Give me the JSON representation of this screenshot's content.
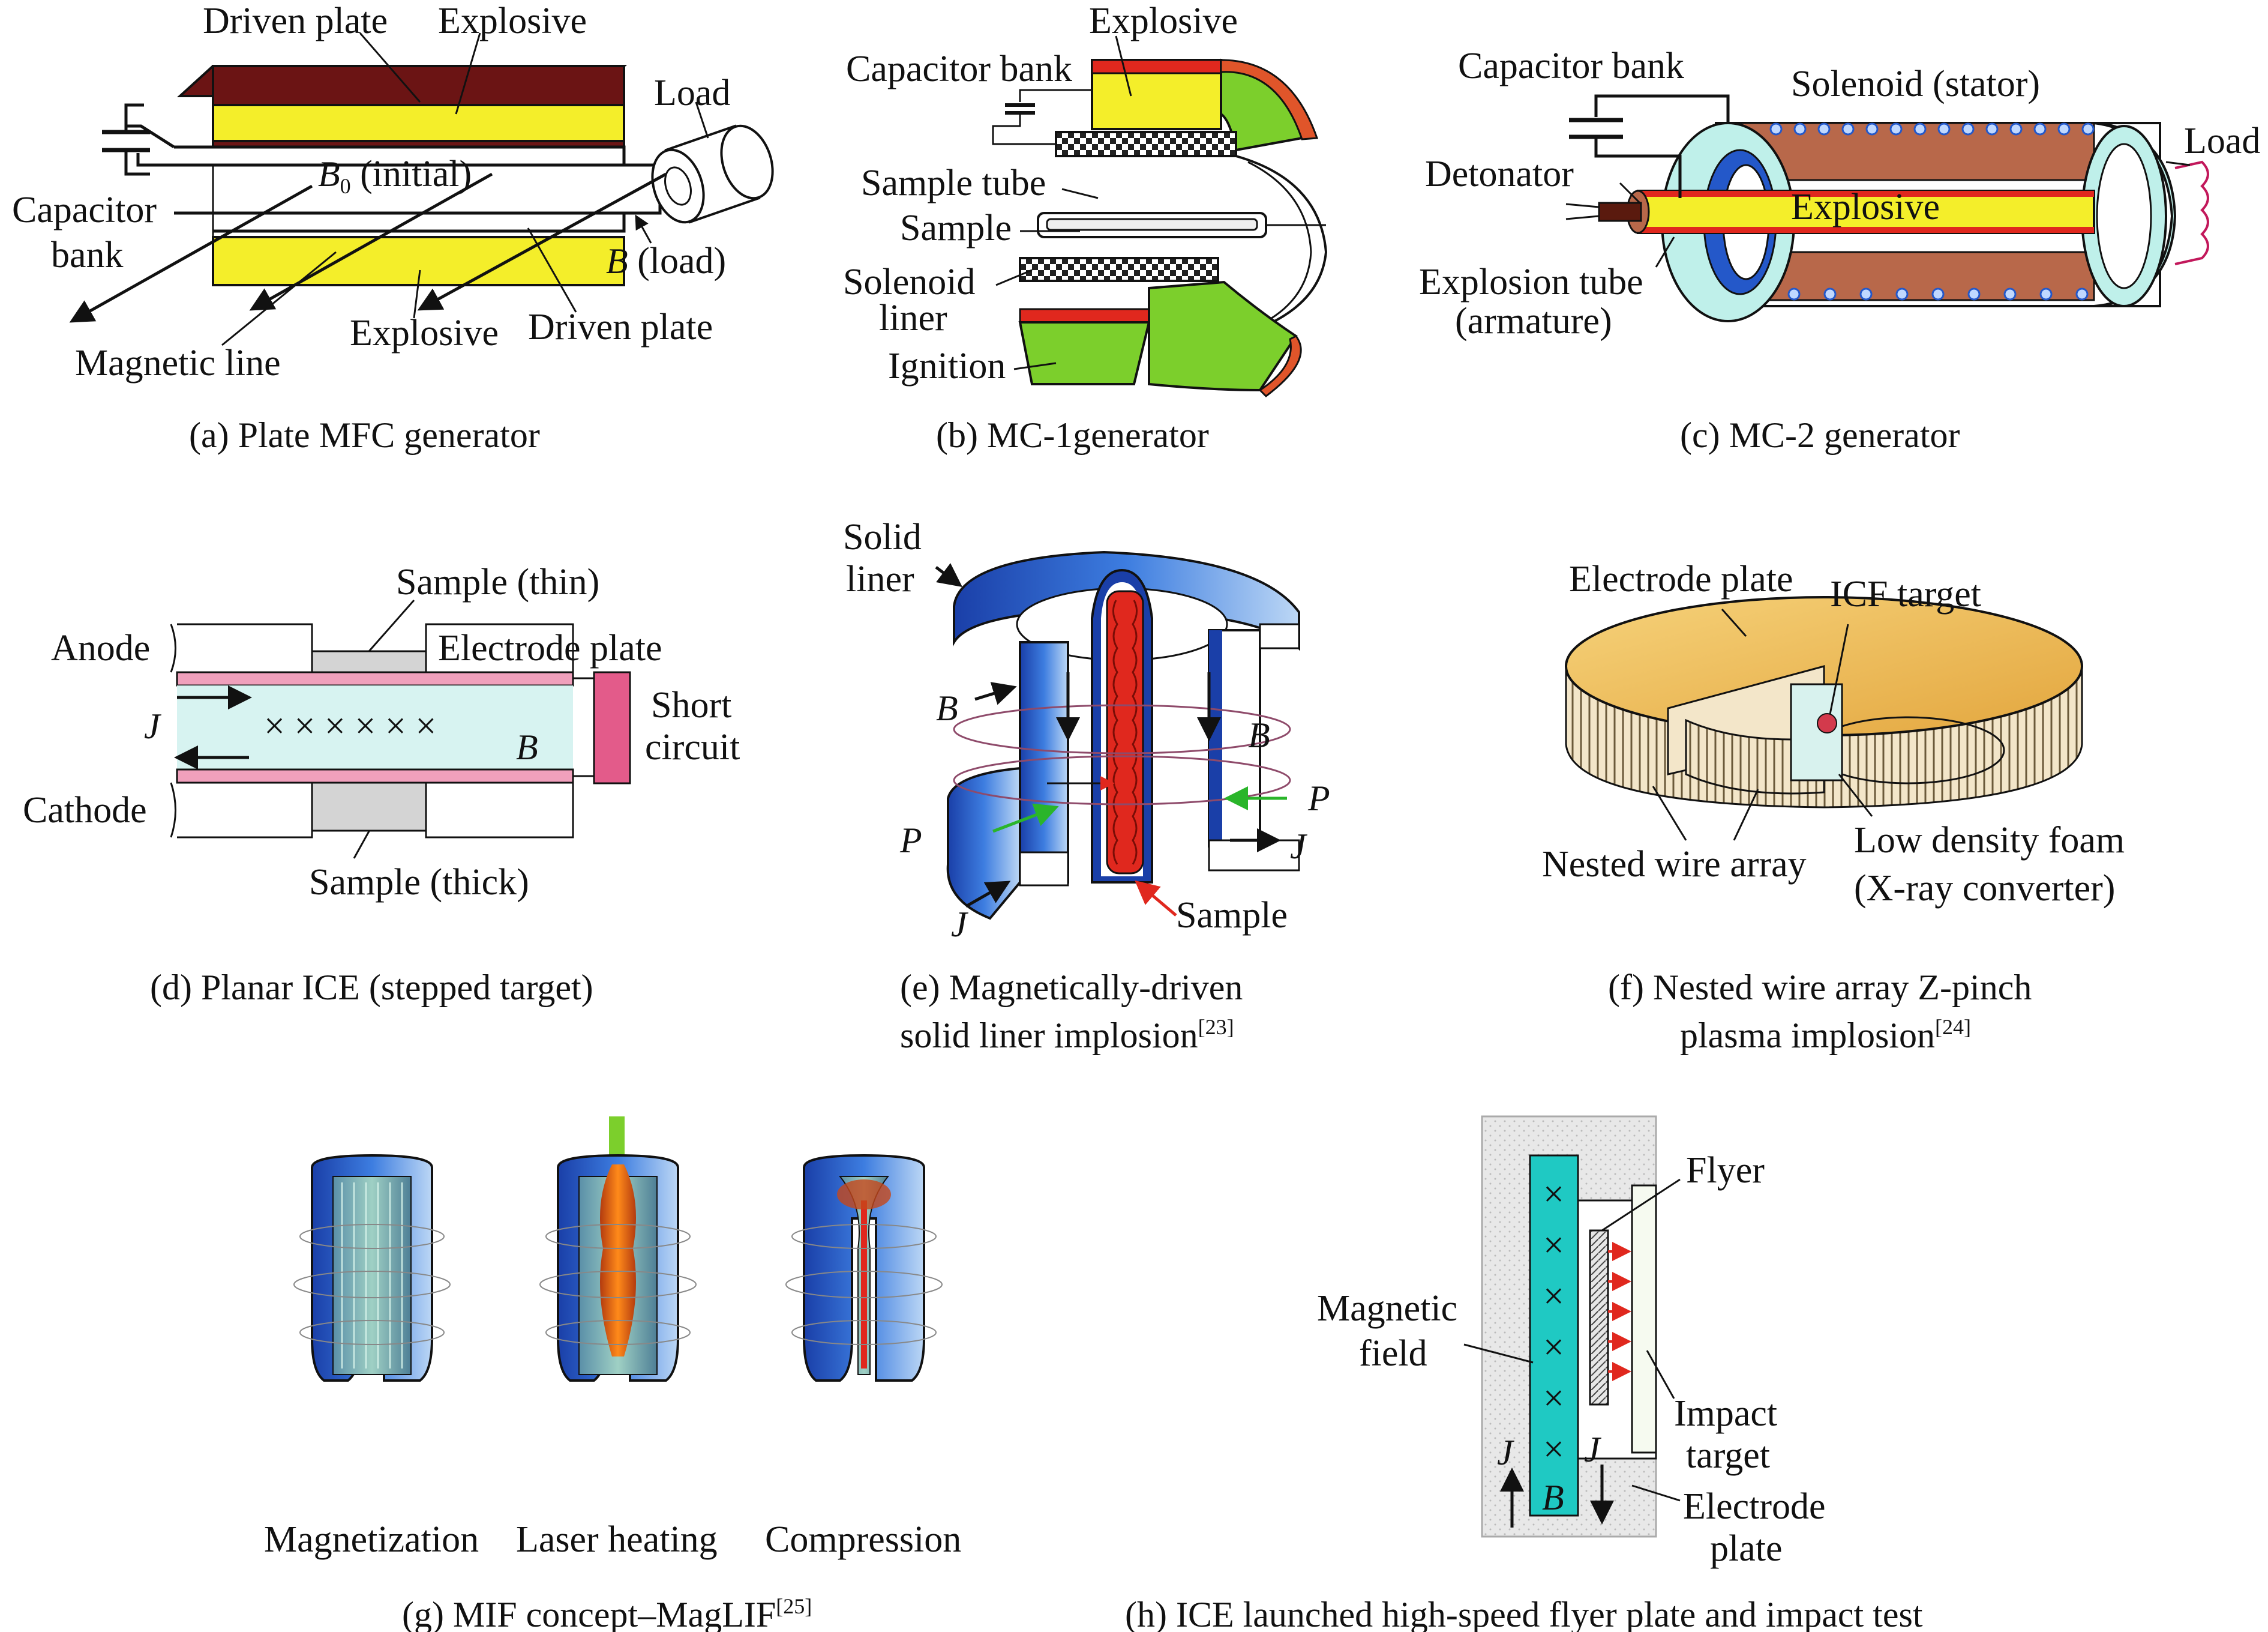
{
  "colors": {
    "explosive_yellow": "#f4ee2a",
    "dark_red": "#6b1414",
    "green": "#7ccf2c",
    "orange_red": "#e0552a",
    "copper": "#b8684a",
    "light_blue": "#bff0ea",
    "pink": "#e35b8a",
    "gold": "#e9b24a",
    "blue": "#2458c9",
    "cyan": "#1fc9c3",
    "red": "#e0281e"
  },
  "panels": {
    "a": {
      "caption": "(a) Plate MFC generator",
      "labels": {
        "driven_plate_top": "Driven plate",
        "explosive_top": "Explosive",
        "load": "Load",
        "capacitor": "Capacitor",
        "bank": "bank",
        "b0": "B",
        "b0_sub": "0",
        "b0_rest": " (initial)",
        "b_load_sym": "B",
        "b_load_rest": " (load)",
        "explosive_bottom": "Explosive",
        "driven_plate_bottom": "Driven plate",
        "magnetic_line": "Magnetic line"
      }
    },
    "b": {
      "caption": "(b) MC-1generator",
      "labels": {
        "explosive": "Explosive",
        "capacitor_bank": "Capacitor bank",
        "sample_tube": "Sample tube",
        "sample": "Sample",
        "solenoid": "Solenoid",
        "liner": "liner",
        "ignition": "Ignition"
      }
    },
    "c": {
      "caption": "(c) MC-2 generator",
      "labels": {
        "capacitor_bank": "Capacitor bank",
        "solenoid_stator": "Solenoid (stator)",
        "detonator": "Detonator",
        "load": "Load",
        "explosive": "Explosive",
        "explosion_tube": "Explosion tube",
        "armature": "(armature)"
      }
    },
    "d": {
      "caption": "(d) Planar ICE (stepped target)",
      "labels": {
        "sample_thin": "Sample (thin)",
        "anode": "Anode",
        "electrode_plate": "Electrode plate",
        "j": "J",
        "crosses": "× × × × × ×",
        "b": "B",
        "short": "Short",
        "circuit": "circuit",
        "cathode": "Cathode",
        "sample_thick": "Sample (thick)"
      }
    },
    "e": {
      "caption_line1": "(e) Magnetically-driven",
      "caption_line2": "solid liner implosion",
      "caption_ref": "[23]",
      "labels": {
        "solid": "Solid",
        "liner": "liner",
        "b_left": "B",
        "b_right": "B",
        "p_left": "P",
        "p_right": "P",
        "j_left": "J",
        "j_right": "J",
        "sample": "Sample"
      }
    },
    "f": {
      "caption_line1": "(f) Nested wire array Z-pinch",
      "caption_line2": "plasma implosion",
      "caption_ref": "[24]",
      "labels": {
        "electrode_plate": "Electrode plate",
        "icf_target": "ICF target",
        "nested_wire_array": "Nested wire array",
        "low_density_foam": "Low density foam",
        "xray_converter": "(X-ray converter)"
      }
    },
    "g": {
      "caption": "(g) MIF concept–MagLIF",
      "caption_ref": "[25]",
      "labels": {
        "magnetization": "Magnetization",
        "laser_heating": "Laser heating",
        "compression": "Compression"
      }
    },
    "h": {
      "caption": "(h) ICE launched high-speed flyer plate and impact test",
      "labels": {
        "flyer": "Flyer",
        "magnetic": "Magnetic",
        "field": "field",
        "impact": "Impact",
        "target": "target",
        "electrode": "Electrode",
        "plate": "plate",
        "j_left": "J",
        "j_right": "J",
        "b": "B",
        "cross": "×"
      }
    }
  }
}
